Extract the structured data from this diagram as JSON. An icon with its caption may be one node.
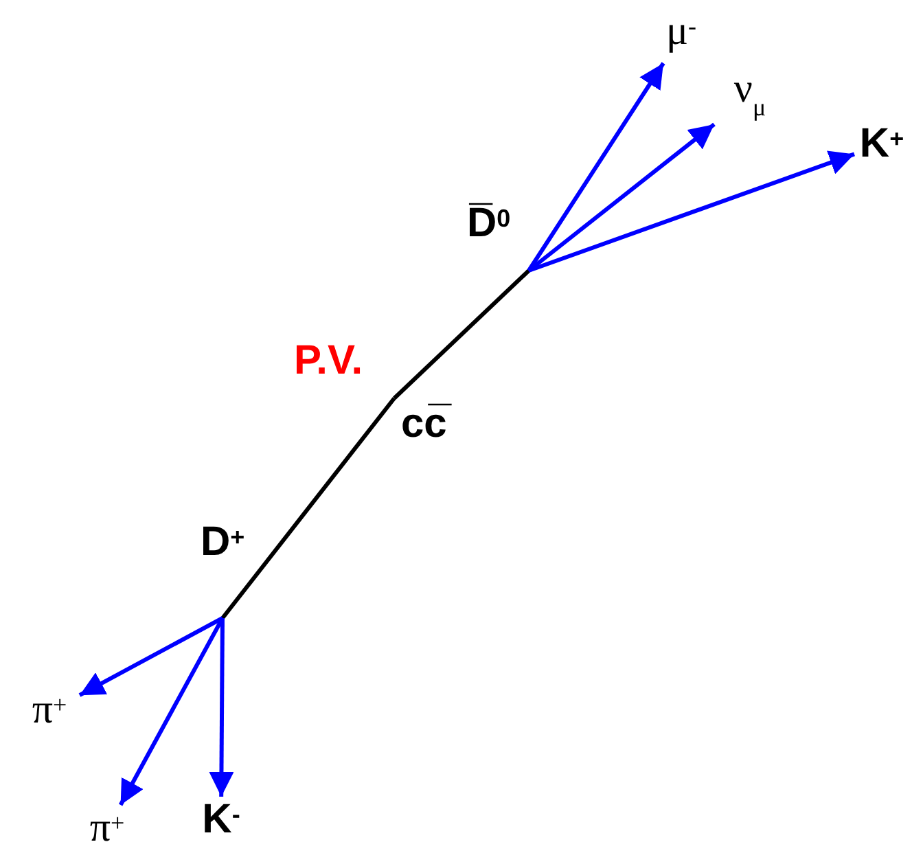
{
  "diagram": {
    "nodes": [
      {
        "text": [
          "P.V."
        ],
        "beside": [
          "cc̅"
        ]
      },
      {
        "text": [
          "D̅$^{0}$"
        ]
      },
      {
        "text": [
          "D$^{+}$"
        ]
      },
      {
        "text": [
          "μ$^{-}$"
        ]
      },
      {
        "text": [
          "ν$_{μ}$"
        ]
      },
      {
        "text": [
          "K$^{+}$"
        ]
      },
      {
        "text": [
          "π$^{+}$"
        ]
      },
      {
        "text": [
          "π$^{+}$"
        ]
      },
      {
        "text": [
          "K$^{-}$"
        ]
      }
    ],
    "edges": [
      {
        "from": 0,
        "to": 1,
        "arrow": "none",
        "color": "#000000"
      },
      {
        "from": 0,
        "to": 2,
        "arrow": "none",
        "color": "#000000"
      },
      {
        "from": 1,
        "to": 3,
        "arrow": "to"
      },
      {
        "from": 1,
        "to": 4,
        "arrow": "to"
      },
      {
        "from": 1,
        "to": 5,
        "arrow": "to"
      },
      {
        "from": 2,
        "to": 6,
        "arrow": "to"
      },
      {
        "from": 2,
        "to": 7,
        "arrow": "to"
      },
      {
        "from": 2,
        "to": 8,
        "arrow": "to"
      }
    ]
  }
}
